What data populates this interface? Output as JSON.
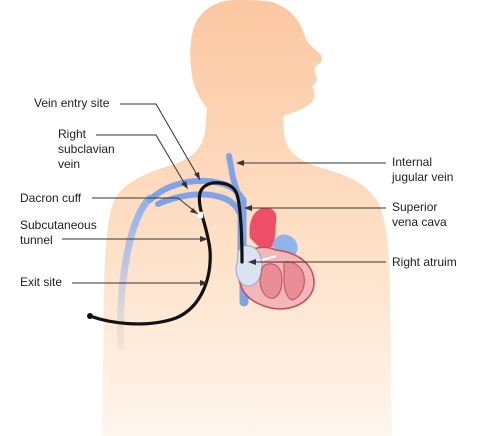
{
  "colors": {
    "skin": "#fde0c6",
    "skin_gradient_top": "#fcc9a3",
    "vein": "#7fa3e8",
    "vein_light": "#b9c9ec",
    "artery": "#ef4f66",
    "heart_pink": "#f3b6b9",
    "heart_outline": "#c24d58",
    "catheter": "#111111",
    "leader": "#333333",
    "text": "#222222"
  },
  "labels": {
    "vein_entry_site": "Vein entry site",
    "right_subclavian_vein": [
      "Right",
      "subclavian",
      "vein"
    ],
    "dacron_cuff": "Dacron cuff",
    "subcutaneous_tunnel": [
      "Subcutaneous",
      "tunnel"
    ],
    "exit_site": "Exit site",
    "internal_jugular_vein": [
      "Internal",
      "jugular vein"
    ],
    "superior_vena_cava": [
      "Superior",
      "vena cava"
    ],
    "right_atrium": "Right atruim"
  }
}
